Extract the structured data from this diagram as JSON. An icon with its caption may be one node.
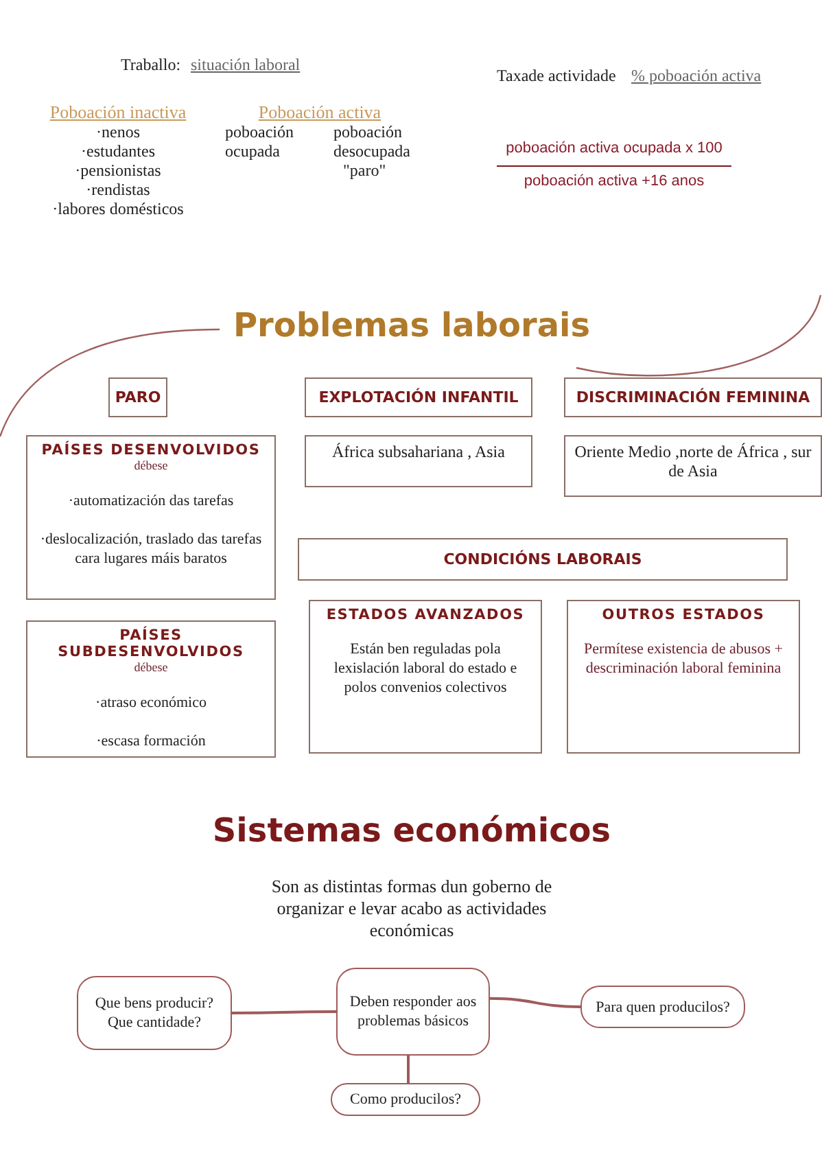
{
  "diagram": {
    "nodes": [
      {
        "text": [
          "PARO"
        ]
      },
      {
        "text": [
          "EXPLOTACIÓN INFANTIL"
        ]
      },
      {
        "text": [
          "DISCRIMINACIÓN FEMININA"
        ]
      },
      {
        "text": [
          "PAÍSES DESENVOLVIDOS",
          "débese",
          "·automatización das tarefas",
          "·deslocalización, traslado das tarefas cara lugares máis baratos"
        ]
      },
      {
        "text": [
          "África subsahariana , Asia"
        ]
      },
      {
        "text": [
          "Oriente Medio ,norte de África , sur de Asia"
        ]
      },
      {
        "text": [
          "CONDICIÓNS LABORAIS"
        ]
      },
      {
        "text": [
          "PAÍSES SUBDESENVOLVIDOS",
          "débese",
          "·atraso económico",
          "·escasa formación"
        ]
      },
      {
        "text": [
          "ESTADOS AVANZADOS",
          "Están ben reguladas pola lexislación laboral do estado e polos convenios colectivos"
        ]
      },
      {
        "text": [
          "OUTROS ESTADOS",
          "Permítese existencia de abusos + descriminación laboral feminina"
        ]
      },
      {
        "text": [
          "Que bens producir? Que cantidade?"
        ]
      },
      {
        "text": [
          "Deben responder aos problemas básicos"
        ]
      },
      {
        "text": [
          "Para quen producilos?"
        ]
      },
      {
        "text": [
          "Como producilos?"
        ]
      }
    ],
    "edges": [
      {
        "from": 11,
        "to": 10,
        "arrow": "none"
      },
      {
        "from": 11,
        "to": 12,
        "arrow": "none"
      },
      {
        "from": 11,
        "to": 13,
        "arrow": "none"
      }
    ],
    "labels": [
      "Traballo:",
      "situación laboral",
      "Taxade actividade",
      "% poboación activa",
      "Poboación inactiva",
      "·nenos",
      "·estudantes",
      "·pensionistas",
      "·rendistas",
      "·labores domésticos",
      "Poboación activa",
      "poboación ocupada",
      "poboación desocupada",
      "\"paro\"",
      "poboación activa ocupada x 100",
      "poboación activa +16 anos",
      "Problemas laborais",
      "Sistemas económicos",
      "Son as distintas formas dun goberno de organizar e levar acabo as actividades económicas"
    ]
  }
}
